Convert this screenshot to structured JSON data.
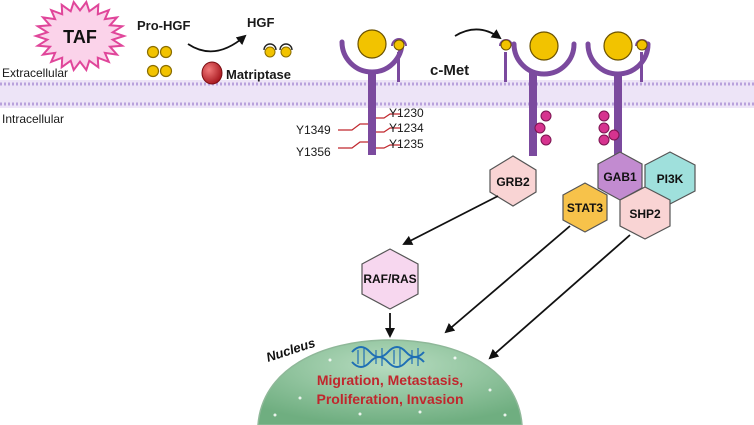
{
  "labels": {
    "taf": "TAF",
    "pro_hgf": "Pro-HGF",
    "hgf": "HGF",
    "matriptase": "Matriptase",
    "c_met": "c-Met",
    "extracellular": "Extracellular",
    "intracellular": "Intracellular",
    "nucleus": "Nucleus",
    "outcome_line1": "Migration, Metastasis,",
    "outcome_line2": "Proliferation, Invasion"
  },
  "phosphosites": {
    "left": [
      "Y1349",
      "Y1356"
    ],
    "right": [
      "Y1230",
      "Y1234",
      "Y1235"
    ]
  },
  "nodes": {
    "grb2": "GRB2",
    "raf_ras": "RAF/RAS",
    "gab1": "GAB1",
    "pi3k": "PI3K",
    "stat3": "STAT3",
    "shp2": "SHP2"
  },
  "colors": {
    "membrane": "#c9b6e4",
    "receptor": "#7b4a9e",
    "ligand": "#f2c300",
    "phospho": "#d6338f",
    "taf_fill": "#fbd3ea",
    "taf_stroke": "#e0469a",
    "grb2": "#f9d4d4",
    "raf_ras": "#f7d7ef",
    "gab1": "#c28bd0",
    "pi3k": "#9fe0dc",
    "stat3": "#f7c24a",
    "shp2": "#f9d4d4",
    "nucleus": "#7fbf8e",
    "outcome_text": "#c0272d",
    "dna": "#1f6fb5",
    "matriptase": "#c8242b"
  }
}
